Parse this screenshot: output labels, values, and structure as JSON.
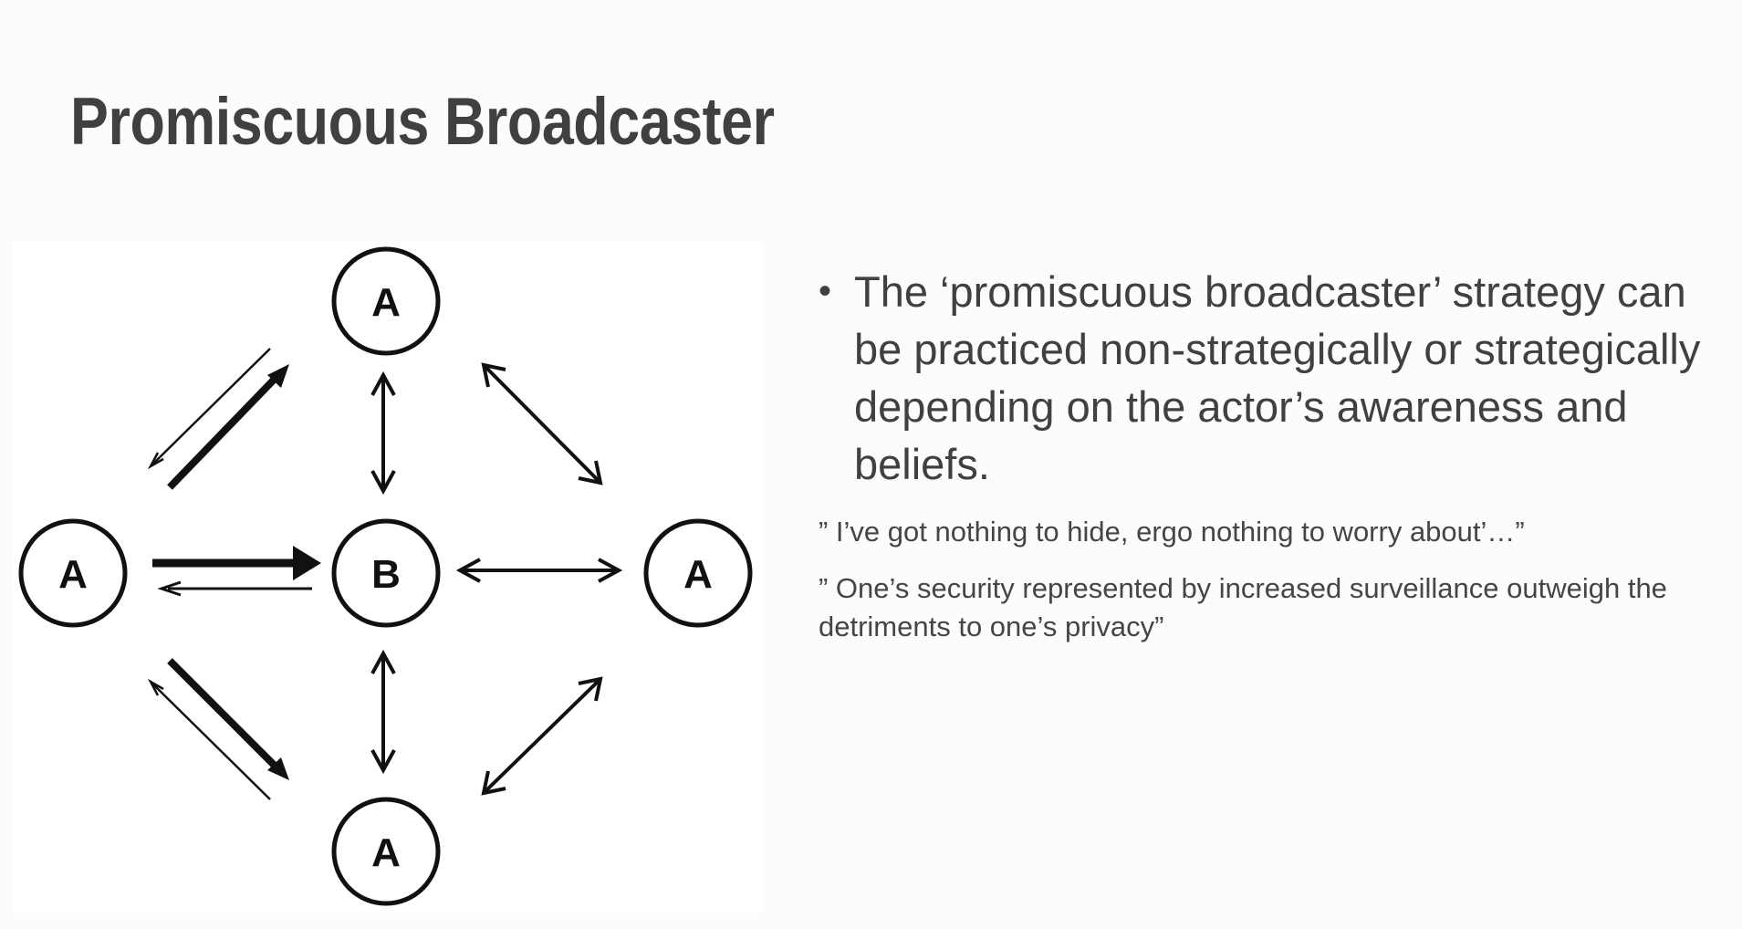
{
  "slide": {
    "title": "Promiscuous Broadcaster"
  },
  "diagram": {
    "nodes": [
      {
        "id": "top",
        "label": "A"
      },
      {
        "id": "left",
        "label": "A"
      },
      {
        "id": "center",
        "label": "B"
      },
      {
        "id": "right",
        "label": "A"
      },
      {
        "id": "bottom",
        "label": "A"
      }
    ]
  },
  "text": {
    "bullet_marker": "•",
    "bullet": "The ‘promiscuous broadcaster’ strategy can be practiced non-strategically or strategically depending on the actor’s awareness and beliefs.",
    "quote1": "” I’ve got nothing to hide, ergo nothing to worry about’…”",
    "quote2": "” One’s security represented by increased surveillance outweigh the detriments to one’s privacy”"
  }
}
